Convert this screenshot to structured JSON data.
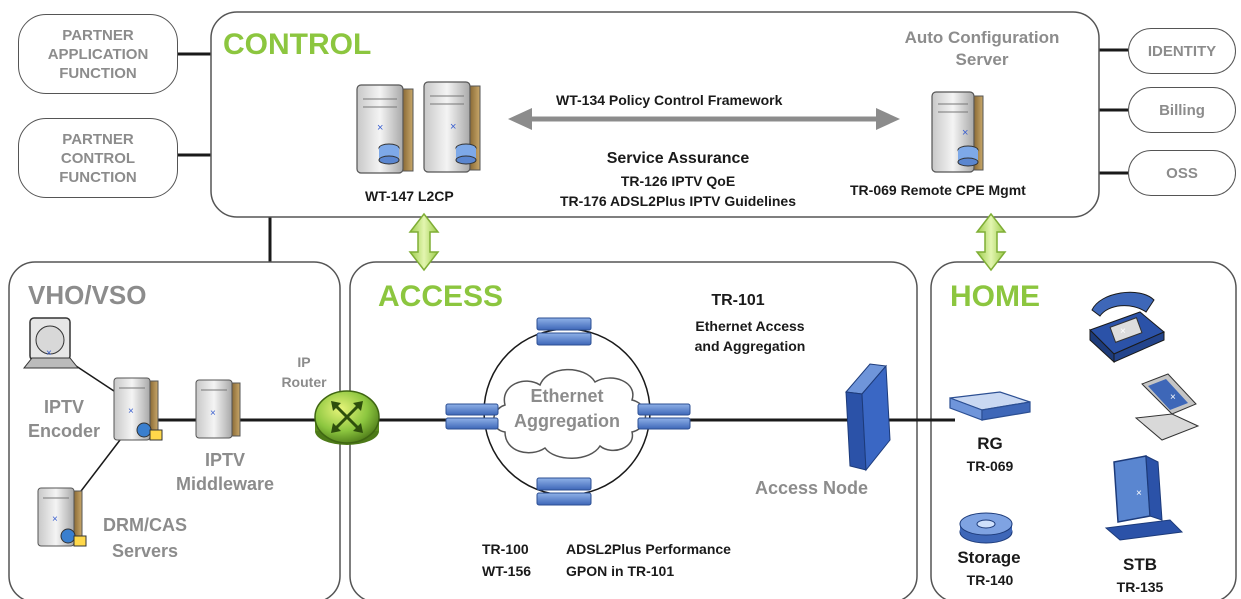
{
  "partner_app": "PARTNER\nAPPLICATION\nFUNCTION",
  "partner_ctrl": "PARTNER\nCONTROL\nFUNCTION",
  "identity": "IDENTITY",
  "billing": "Billing",
  "oss": "OSS",
  "control": {
    "title": "CONTROL",
    "acs": "Auto Configuration\nServer",
    "policy": "WT-134 Policy Control Framework",
    "service_assurance": "Service Assurance",
    "tr126": "TR-126 IPTV QoE",
    "tr176": "TR-176 ADSL2Plus IPTV Guidelines",
    "l2cp": "WT-147 L2CP",
    "tr069_mgmt": "TR-069 Remote CPE Mgmt"
  },
  "vho": {
    "title": "VHO/VSO",
    "ip_router": "IP\nRouter",
    "iptv_encoder": "IPTV\nEncoder",
    "iptv_middleware": "IPTV\nMiddleware",
    "drm": "DRM/CAS\nServers"
  },
  "access": {
    "title": "ACCESS",
    "tr101": "TR-101",
    "tr101_desc": "Ethernet Access\nand Aggregation",
    "cloud": "Ethernet\nAggregation",
    "access_node": "Access Node",
    "tr100": "TR-100",
    "tr100_desc": "ADSL2Plus Performance",
    "wt156": "WT-156",
    "wt156_desc": "GPON in TR-101"
  },
  "home": {
    "title": "HOME",
    "rg": "RG",
    "rg_tr": "TR-069",
    "storage": "Storage",
    "storage_tr": "TR-140",
    "stb": "STB",
    "stb_tr": "TR-135"
  }
}
